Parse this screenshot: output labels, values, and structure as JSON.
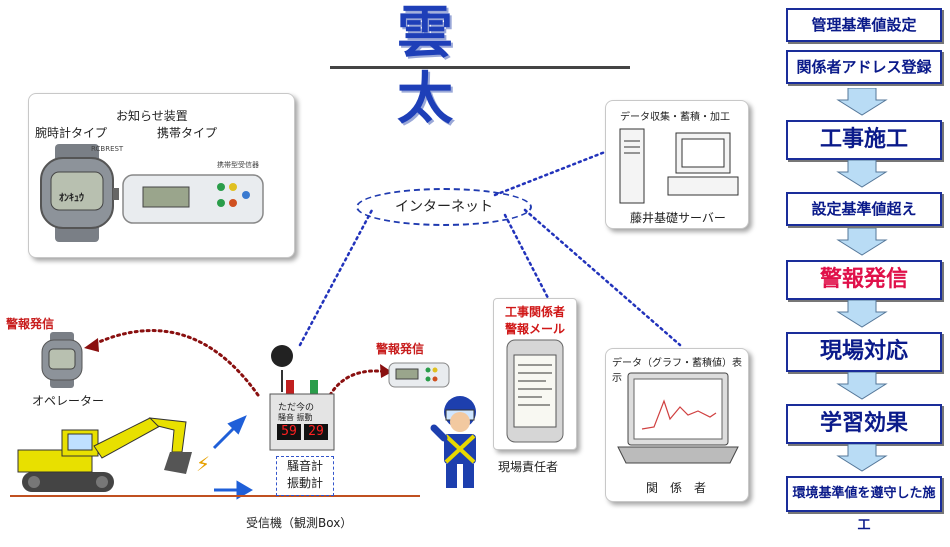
{
  "title": "雲　　太",
  "devices_panel": {
    "header": "お知らせ装置",
    "wrist_label": "腕時計タイプ",
    "portable_label": "携帯タイプ",
    "watch_text": "ｵﾝｷｭｳ",
    "watch_brand": "RCBREST",
    "receiver_text": "携帯型受信器"
  },
  "server_panel": {
    "header": "データ収集・蓄積・加工",
    "label": "藤井基礎サーバー"
  },
  "internet_label": "インターネット",
  "operator": {
    "alarm": "警報発信",
    "label": "オペレーター"
  },
  "field_alarm": "警報発信",
  "box": {
    "display_title": "ただ今の",
    "display_sub": "騒音 振動",
    "value1": "59",
    "value2": "29",
    "sensor_label_1": "騒音計",
    "sensor_label_2": "振動計",
    "receiver_label": "受信機（観測Box）"
  },
  "phone": {
    "header_1": "工事関係者",
    "header_2": "警報メール"
  },
  "supervisor_label": "現場責任者",
  "laptop_panel": {
    "header": "データ（グラフ・蓄積値）表示",
    "label": "関　係　者"
  },
  "flow": {
    "steps": [
      "管理基準値設定",
      "関係者アドレス登録",
      "工事施工",
      "設定基準値超え",
      "警報発信",
      "現場対応",
      "学習効果",
      "環境基準値を遵守した施工"
    ]
  },
  "colors": {
    "title": "#1e3fb8",
    "flow_border": "#1a2d9a",
    "flow_text": "#0a1a8a",
    "alarm_text": "#e0104a",
    "link_dots": "#2233bb",
    "alarm_dots": "#8a1010",
    "arrow_fill": "#b9dcf5",
    "excavator": "#e8e000"
  }
}
